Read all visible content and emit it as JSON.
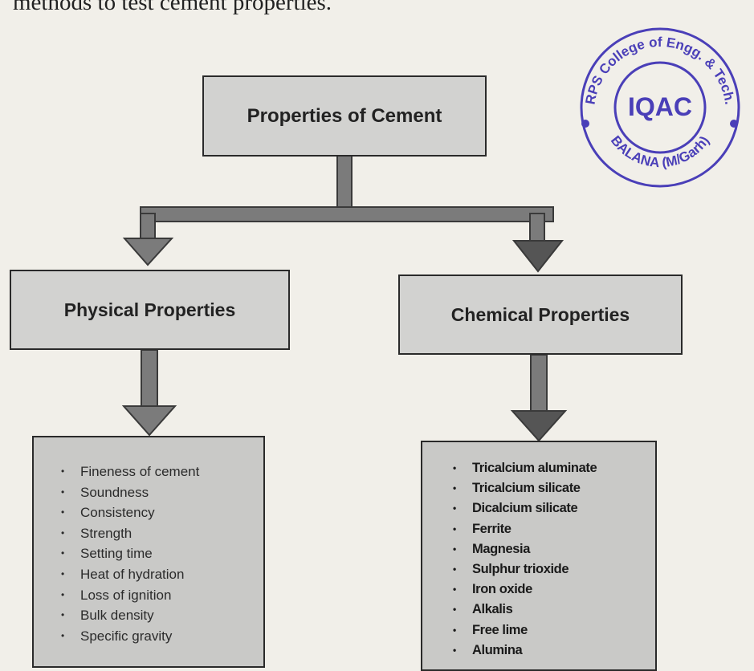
{
  "header_text": "methods to test cement properties.",
  "diagram": {
    "root": "Properties of Cement",
    "physical": {
      "title": "Physical Properties",
      "items": [
        "Fineness of cement",
        "Soundness",
        "Consistency",
        "Strength",
        "Setting time",
        "Heat of hydration",
        "Loss of ignition",
        "Bulk density",
        "Specific gravity"
      ]
    },
    "chemical": {
      "title": "Chemical Properties",
      "items": [
        "Tricalcium aluminate",
        "Tricalcium silicate",
        "Dicalcium silicate",
        "Ferrite",
        "Magnesia",
        "Sulphur trioxide",
        "Iron oxide",
        "Alkalis",
        "Free lime",
        "Alumina"
      ]
    }
  },
  "stamp": {
    "outer_text": "RPS College of Engg. & Tech.",
    "bottom_text": "BALANA (M/Garh)",
    "center_text": "IQAC",
    "color": "#4a3fb8"
  }
}
